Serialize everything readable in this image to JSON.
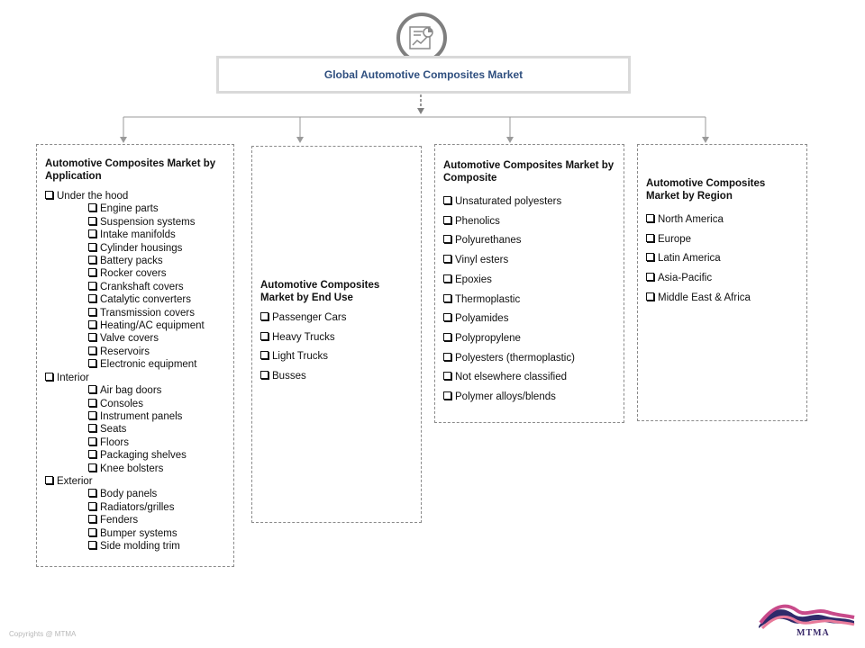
{
  "title": "Global Automotive Composites Market",
  "panels": {
    "application": {
      "heading": "Automotive Composites Market by Application",
      "groups": [
        {
          "label": "Under the hood",
          "items": [
            "Engine parts",
            "Suspension systems",
            "Intake manifolds",
            "Cylinder housings",
            "Battery packs",
            "Rocker covers",
            "Crankshaft covers",
            "Catalytic converters",
            "Transmission covers",
            "Heating/AC equipment",
            "Valve covers",
            "Reservoirs",
            "Electronic equipment"
          ]
        },
        {
          "label": "Interior",
          "items": [
            "Air bag doors",
            "Consoles",
            "Instrument panels",
            "Seats",
            "Floors",
            "Packaging shelves",
            "Knee bolsters"
          ]
        },
        {
          "label": "Exterior",
          "items": [
            "Body panels",
            "Radiators/grilles",
            "Fenders",
            "Bumper systems",
            "Side molding trim"
          ]
        }
      ]
    },
    "end_use": {
      "heading": "Automotive Composites Market by End Use",
      "items": [
        "Passenger Cars",
        "Heavy Trucks",
        "Light Trucks",
        "Busses"
      ]
    },
    "composite": {
      "heading": "Automotive Composites Market by Composite",
      "items": [
        "Unsaturated polyesters",
        "Phenolics",
        "Polyurethanes",
        "Vinyl esters",
        "Epoxies",
        "Thermoplastic",
        "Polyamides",
        "Polypropylene",
        "Polyesters (thermoplastic)",
        "Not elsewhere classified",
        "Polymer alloys/blends"
      ]
    },
    "region": {
      "heading": "Automotive Composites Market by Region",
      "items": [
        "North America",
        "Europe",
        "Latin America",
        "Asia-Pacific",
        "Middle East & Africa"
      ]
    }
  },
  "footer": {
    "copyright": "Copyrights @ MTMA",
    "logo_text": "MTMA"
  },
  "icons": {
    "top": "chart-document-icon",
    "logo": "mtma-wave-logo"
  }
}
